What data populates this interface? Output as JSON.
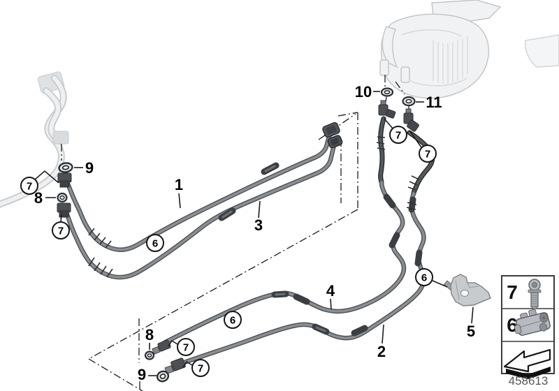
{
  "callouts": {
    "1": "1",
    "2": "2",
    "3": "3",
    "4": "4",
    "5": "5",
    "6": "6",
    "7": "7",
    "8": "8",
    "9": "9",
    "10": "10",
    "11": "11"
  },
  "legend": {
    "rows": [
      {
        "label": "7",
        "icon": "bolt-icon"
      },
      {
        "label": "6",
        "icon": "clamp-icon"
      },
      {
        "label": "",
        "icon": "direction-arrow-icon"
      }
    ]
  },
  "part_number": "458613",
  "colors": {
    "background": "#ffffff",
    "callout_text": "#000000",
    "pipe": "#8b8f93",
    "hose": "#55595c",
    "faded_part": "#d3d6d9",
    "legend_border": "#3c3c3c",
    "part_number_text": "#565656"
  }
}
